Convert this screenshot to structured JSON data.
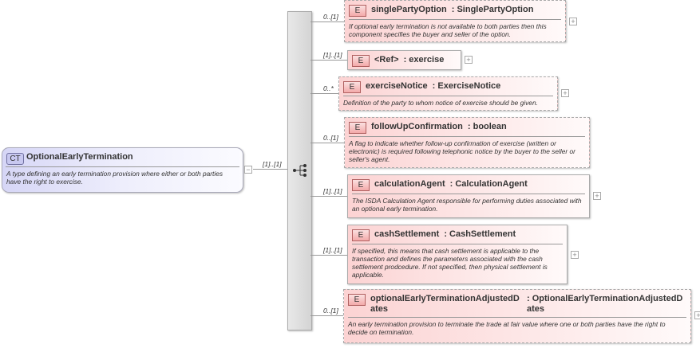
{
  "complex_type": {
    "badge": "CT",
    "name": "OptionalEarlyTermination",
    "description": "A type defining an early termination provision where either or both parties have the right to exercise.",
    "multiplicity": "[1]..[1]",
    "collapse_symbol": "−"
  },
  "sequence": {
    "icon": "sequence-compositor-icon"
  },
  "elements": [
    {
      "badge": "E",
      "name": "singlePartyOption",
      "type": ": SinglePartyOption",
      "multiplicity": "0..[1]",
      "optional": true,
      "description": "If optional early termination is not available to both parties then this component specifies the buyer and seller of the option.",
      "expand": "+"
    },
    {
      "badge": "E",
      "name": "<Ref>",
      "type": ": exercise",
      "multiplicity": "[1]..[1]",
      "optional": false,
      "description": "",
      "expand": "+"
    },
    {
      "badge": "E",
      "name": "exerciseNotice",
      "type": ": ExerciseNotice",
      "multiplicity": "0..*",
      "optional": true,
      "description": "Definition of the party to whom notice of exercise should be given.",
      "expand": "+"
    },
    {
      "badge": "E",
      "name": "followUpConfirmation",
      "type": ": boolean",
      "multiplicity": "0..[1]",
      "optional": true,
      "description": "A flag to indicate whether follow-up confirmation of exercise (written or electronic) is required following telephonic notice by the buyer to the seller or seller's agent.",
      "expand": ""
    },
    {
      "badge": "E",
      "name": "calculationAgent",
      "type": ": CalculationAgent",
      "multiplicity": "[1]..[1]",
      "optional": false,
      "description": "The ISDA Calculation Agent responsible for performing duties associated with an optional early termination.",
      "expand": "+"
    },
    {
      "badge": "E",
      "name": "cashSettlement",
      "type": ": CashSettlement",
      "multiplicity": "[1]..[1]",
      "optional": false,
      "description": "If specified, this means that cash settlement is applicable to the transaction and defines the parameters associated with the cash settlement prodcedure. If not specified, then physical settlement is applicable.",
      "expand": "+"
    },
    {
      "badge": "E",
      "name": "optionalEarlyTerminationAdjustedDates",
      "type": ": OptionalEarlyTerminationAdjustedDates",
      "multiplicity": "0..[1]",
      "optional": true,
      "description": "An early termination provision to terminate the trade at fair value where one or both parties have the right to decide on termination.",
      "expand": "+"
    }
  ]
}
